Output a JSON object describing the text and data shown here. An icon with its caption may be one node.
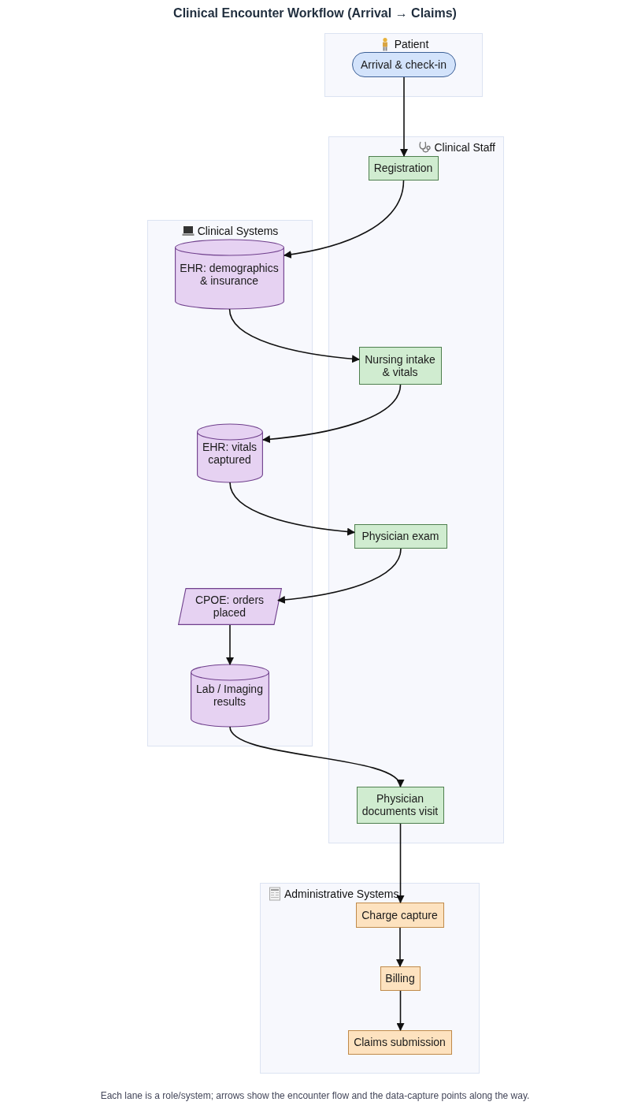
{
  "diagram": {
    "title": "Clinical Encounter Workflow (Arrival → Claims)",
    "caption": "Each lane is a role/system; arrows show the encounter flow and the data-capture points along the way.",
    "nodes": [
      {
        "text": [
          "Patient"
        ]
      },
      {
        "text": [
          "Arrival & check-in"
        ],
        "in": 0
      },
      {
        "text": [
          "Clinical Staff"
        ]
      },
      {
        "text": [
          "Registration"
        ],
        "in": 2
      },
      {
        "text": [
          "Clinical Systems"
        ]
      },
      {
        "text": [
          "EHR: demographics & insurance"
        ],
        "in": 4
      },
      {
        "text": [
          "Nursing intake & vitals"
        ],
        "in": 2
      },
      {
        "text": [
          "EHR: vitals captured"
        ],
        "in": 4
      },
      {
        "text": [
          "Physician exam"
        ],
        "in": 2
      },
      {
        "text": [
          "CPOE: orders placed"
        ],
        "in": 4
      },
      {
        "text": [
          "Lab / Imaging results"
        ],
        "in": 4
      },
      {
        "text": [
          "Physician documents visit"
        ],
        "in": 2
      },
      {
        "text": [
          "Administrative Systems"
        ]
      },
      {
        "text": [
          "Charge capture"
        ],
        "in": 12
      },
      {
        "text": [
          "Billing"
        ],
        "in": 12
      },
      {
        "text": [
          "Claims submission"
        ],
        "in": 12
      }
    ],
    "edges": [
      {
        "from": 1,
        "to": 3,
        "arrow": "to"
      },
      {
        "from": 3,
        "to": 5,
        "arrow": "to"
      },
      {
        "from": 5,
        "to": 6,
        "arrow": "to"
      },
      {
        "from": 6,
        "to": 7,
        "arrow": "to"
      },
      {
        "from": 7,
        "to": 8,
        "arrow": "to"
      },
      {
        "from": 8,
        "to": 9,
        "arrow": "to"
      },
      {
        "from": 9,
        "to": 10,
        "arrow": "to"
      },
      {
        "from": 10,
        "to": 11,
        "arrow": "to"
      },
      {
        "from": 11,
        "to": 13,
        "arrow": "to"
      },
      {
        "from": 13,
        "to": 14,
        "arrow": "to"
      },
      {
        "from": 14,
        "to": 15,
        "arrow": "to"
      }
    ]
  }
}
